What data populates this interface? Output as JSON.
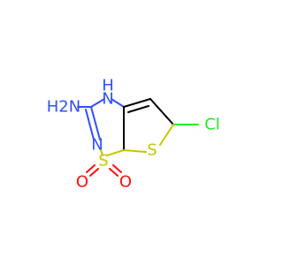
{
  "molecule": {
    "atoms": {
      "amine": {
        "text": "H2N",
        "color": "#3050F8"
      },
      "nh": {
        "text": "H",
        "color": "#3050F8"
      },
      "n_ring_top": {
        "text": "N",
        "color": "#3050F8"
      },
      "n_ring_bottom": {
        "text": "N",
        "color": "#3050F8"
      },
      "sulfonyl_s": {
        "text": "S",
        "color": "#C6C600"
      },
      "thiophene_s": {
        "text": "S",
        "color": "#C6C600"
      },
      "o_left": {
        "text": "O",
        "color": "#FF0D0D"
      },
      "o_right": {
        "text": "O",
        "color": "#FF0D0D"
      },
      "chlorine": {
        "text": "Cl",
        "color": "#1FF01F"
      }
    }
  }
}
